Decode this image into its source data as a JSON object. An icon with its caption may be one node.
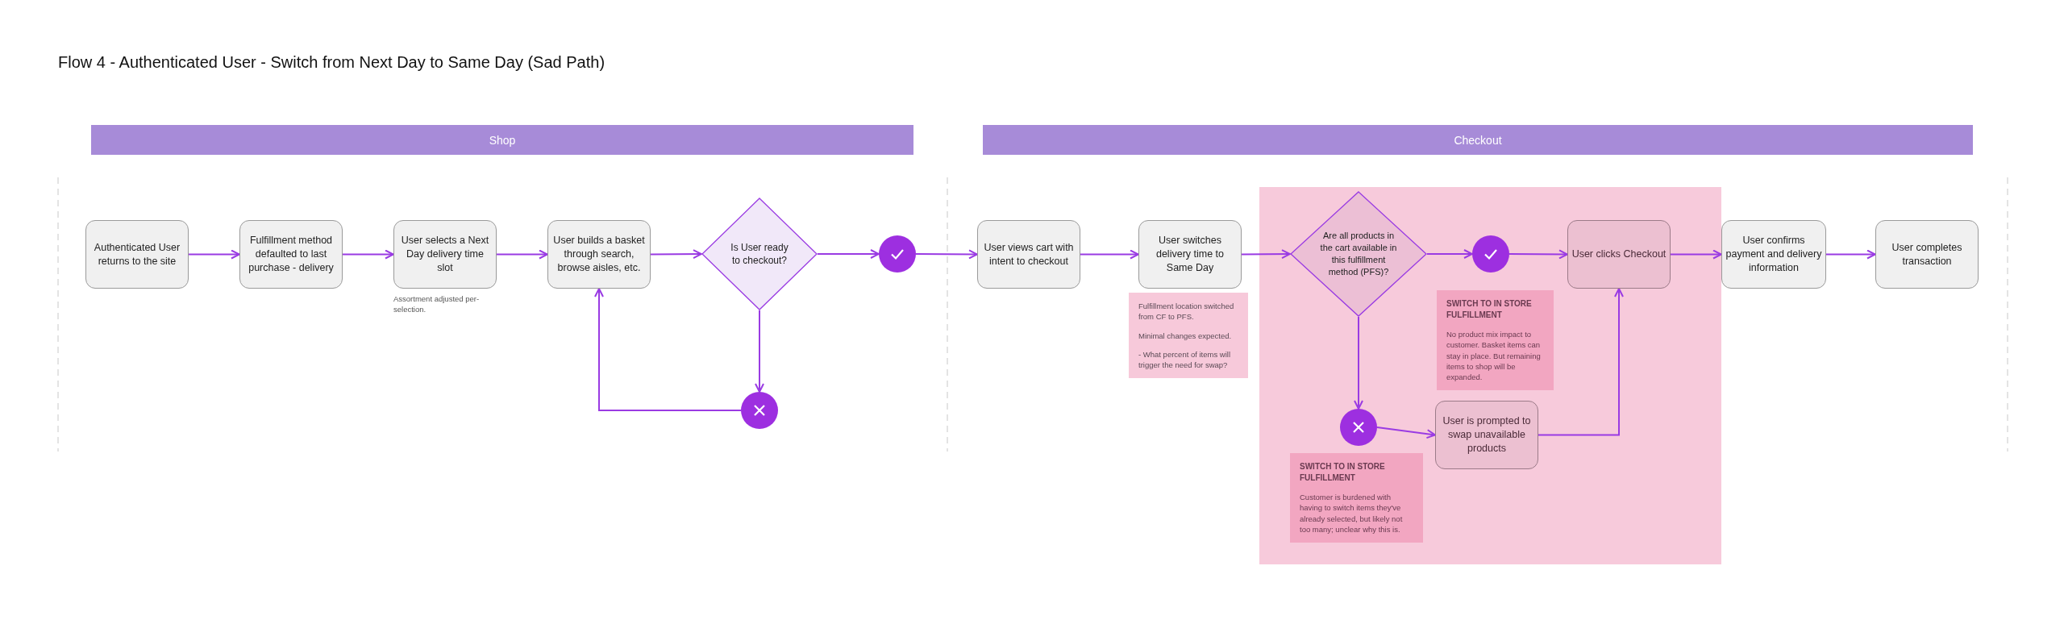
{
  "diagram": {
    "title": "Flow 4 - Authenticated User - Switch from Next Day to Same Day (Sad Path)",
    "nodes": [
      {
        "text": [
          "Shop"
        ]
      },
      {
        "text": [
          "Checkout"
        ]
      },
      {
        "text": [
          "Authenticated User returns to the site"
        ]
      },
      {
        "text": [
          "Fulfillment method defaulted to last purchase - delivery"
        ]
      },
      {
        "text": [
          "User selects a Next Day delivery time slot"
        ],
        "beside": [
          "Assortment adjusted per-selection."
        ]
      },
      {
        "text": [
          "User builds a basket through search, browse aisles, etc."
        ]
      },
      {
        "text": [
          "Is User ready to checkout?"
        ]
      },
      {
        "text": [],
        "shape": "circle"
      },
      {
        "text": [],
        "shape": "circle"
      },
      {
        "text": [
          "User views cart with intent to checkout"
        ]
      },
      {
        "text": [
          "User switches delivery time to Same Day"
        ]
      },
      {
        "text": [
          "Fulfillment location switched from CF to PFS.",
          "Minimal changes expected.",
          "- What percent of items will trigger the need for swap?"
        ]
      },
      {
        "text": [
          "Are all products in the cart available in this fulfillment method (PFS)?"
        ]
      },
      {
        "text": [],
        "shape": "circle"
      },
      {
        "text": [
          "SWITCH TO IN STORE FULFILLMENT",
          "No product mix impact to customer. Basket items can stay in place. But remaining items to shop will be expanded."
        ]
      },
      {
        "text": [
          "User clicks Checkout"
        ]
      },
      {
        "text": [],
        "shape": "circle"
      },
      {
        "text": [
          "SWITCH TO IN STORE FULFILLMENT",
          "Customer is burdened with having to switch items they've already selected, but likely not too many; unclear why this is."
        ]
      },
      {
        "text": [
          "User is prompted to swap unavailable products"
        ]
      },
      {
        "text": [
          "User confirms payment and delivery information"
        ]
      },
      {
        "text": [
          "User completes transaction"
        ]
      }
    ],
    "edges": [
      {
        "from": 2,
        "to": 3,
        "arrow": "to"
      },
      {
        "from": 3,
        "to": 4,
        "arrow": "to"
      },
      {
        "from": 4,
        "to": 5,
        "arrow": "to"
      },
      {
        "from": 5,
        "to": 6,
        "arrow": "to"
      },
      {
        "from": 6,
        "to": 7,
        "arrow": "to"
      },
      {
        "from": 6,
        "to": 8,
        "arrow": "to"
      },
      {
        "from": 8,
        "to": 5,
        "arrow": "to"
      },
      {
        "from": 7,
        "to": 9,
        "arrow": "to"
      },
      {
        "from": 9,
        "to": 10,
        "arrow": "to"
      },
      {
        "from": 10,
        "to": 12,
        "arrow": "to"
      },
      {
        "from": 12,
        "to": 13,
        "arrow": "to"
      },
      {
        "from": 13,
        "to": 15,
        "arrow": "to"
      },
      {
        "from": 12,
        "to": 16,
        "arrow": "to"
      },
      {
        "from": 16,
        "to": 18,
        "arrow": "to"
      },
      {
        "from": 18,
        "to": 15,
        "arrow": "to"
      },
      {
        "from": 15,
        "to": 19,
        "arrow": "to"
      },
      {
        "from": 19,
        "to": 20,
        "arrow": "to"
      }
    ]
  }
}
